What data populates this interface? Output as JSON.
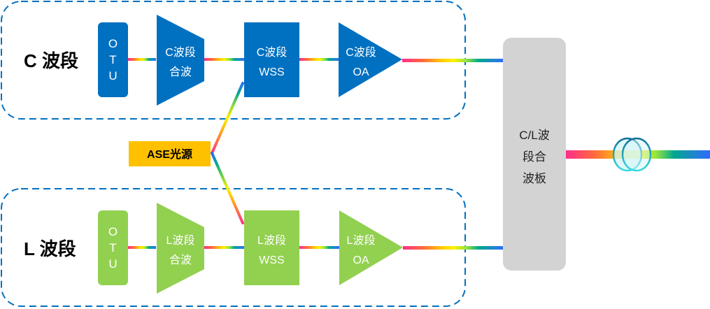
{
  "colors": {
    "c_band": "#0070C0",
    "l_band": "#92D050",
    "ase": "#FFC000",
    "combiner": "#D3D3D3",
    "dashed_border": "#0070C0",
    "rainbow": [
      "#FF2E8A",
      "#FF6A3D",
      "#FFA41B",
      "#FFF200",
      "#9AE63B",
      "#00A88E",
      "#1E88C8",
      "#2F6BFF"
    ],
    "fiber_ring": "#1AB3C4",
    "fiber_fill": "#D6F5F8"
  },
  "c_band": {
    "label": "C 波段",
    "otu": [
      "O",
      "T",
      "U"
    ],
    "mux": [
      "C波段",
      "合波"
    ],
    "wss": [
      "C波段",
      "WSS"
    ],
    "oa": [
      "C波段",
      "OA"
    ]
  },
  "l_band": {
    "label": "L 波段",
    "otu": [
      "O",
      "T",
      "U"
    ],
    "mux": [
      "L波段",
      "合波"
    ],
    "wss": [
      "L波段",
      "WSS"
    ],
    "oa": [
      "L波段",
      "OA"
    ]
  },
  "ase_source": {
    "label": "ASE光源"
  },
  "combiner": {
    "lines": [
      "C/L波",
      "段合",
      "波板"
    ]
  },
  "fiber": {
    "icon": "fiber-coil-icon"
  }
}
